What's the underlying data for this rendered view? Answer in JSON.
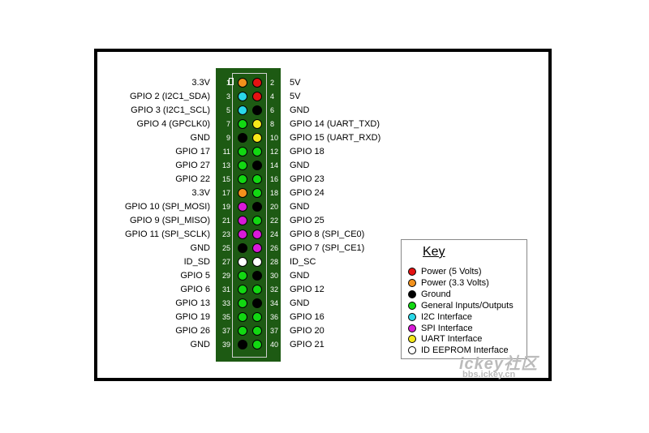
{
  "colors": {
    "power5": "#e41212",
    "power33": "#f2911c",
    "ground": "#000000",
    "gpio": "#12d812",
    "i2c": "#2ad8e8",
    "spi": "#d81ad8",
    "uart": "#f5e81a",
    "eeprom": "#ffffff"
  },
  "pins": [
    {
      "left_num": "1",
      "left_label": "3.3V",
      "left_type": "power33",
      "right_num": "2",
      "right_label": "5V",
      "right_type": "power5"
    },
    {
      "left_num": "3",
      "left_label": "GPIO 2 (I2C1_SDA)",
      "left_type": "i2c",
      "right_num": "4",
      "right_label": "5V",
      "right_type": "power5"
    },
    {
      "left_num": "5",
      "left_label": "GPIO 3 (I2C1_SCL)",
      "left_type": "i2c",
      "right_num": "6",
      "right_label": "GND",
      "right_type": "ground"
    },
    {
      "left_num": "7",
      "left_label": "GPIO 4 (GPCLK0)",
      "left_type": "gpio",
      "right_num": "8",
      "right_label": "GPIO 14 (UART_TXD)",
      "right_type": "uart"
    },
    {
      "left_num": "9",
      "left_label": "GND",
      "left_type": "ground",
      "right_num": "10",
      "right_label": "GPIO 15 (UART_RXD)",
      "right_type": "uart"
    },
    {
      "left_num": "11",
      "left_label": "GPIO 17",
      "left_type": "gpio",
      "right_num": "12",
      "right_label": "GPIO 18",
      "right_type": "gpio"
    },
    {
      "left_num": "13",
      "left_label": "GPIO 27",
      "left_type": "gpio",
      "right_num": "14",
      "right_label": "GND",
      "right_type": "ground"
    },
    {
      "left_num": "15",
      "left_label": "GPIO 22",
      "left_type": "gpio",
      "right_num": "16",
      "right_label": "GPIO 23",
      "right_type": "gpio"
    },
    {
      "left_num": "17",
      "left_label": "3.3V",
      "left_type": "power33",
      "right_num": "18",
      "right_label": "GPIO 24",
      "right_type": "gpio"
    },
    {
      "left_num": "19",
      "left_label": "GPIO 10 (SPI_MOSI)",
      "left_type": "spi",
      "right_num": "20",
      "right_label": "GND",
      "right_type": "ground"
    },
    {
      "left_num": "21",
      "left_label": "GPIO 9 (SPI_MISO)",
      "left_type": "spi",
      "right_num": "22",
      "right_label": "GPIO 25",
      "right_type": "gpio"
    },
    {
      "left_num": "23",
      "left_label": "GPIO 11 (SPI_SCLK)",
      "left_type": "spi",
      "right_num": "24",
      "right_label": "GPIO 8 (SPI_CE0)",
      "right_type": "spi"
    },
    {
      "left_num": "25",
      "left_label": "GND",
      "left_type": "ground",
      "right_num": "26",
      "right_label": "GPIO 7 (SPI_CE1)",
      "right_type": "spi"
    },
    {
      "left_num": "27",
      "left_label": "ID_SD",
      "left_type": "eeprom",
      "right_num": "28",
      "right_label": "ID_SC",
      "right_type": "eeprom"
    },
    {
      "left_num": "29",
      "left_label": "GPIO 5",
      "left_type": "gpio",
      "right_num": "30",
      "right_label": "GND",
      "right_type": "ground"
    },
    {
      "left_num": "31",
      "left_label": "GPIO 6",
      "left_type": "gpio",
      "right_num": "32",
      "right_label": "GPIO 12",
      "right_type": "gpio"
    },
    {
      "left_num": "33",
      "left_label": "GPIO 13",
      "left_type": "gpio",
      "right_num": "34",
      "right_label": "GND",
      "right_type": "ground"
    },
    {
      "left_num": "35",
      "left_label": "GPIO 19",
      "left_type": "gpio",
      "right_num": "36",
      "right_label": "GPIO 16",
      "right_type": "gpio"
    },
    {
      "left_num": "37",
      "left_label": "GPIO 26",
      "left_type": "gpio",
      "right_num": "37",
      "right_label": "GPIO 20",
      "right_type": "gpio"
    },
    {
      "left_num": "39",
      "left_label": "GND",
      "left_type": "ground",
      "right_num": "40",
      "right_label": "GPIO 21",
      "right_type": "gpio"
    }
  ],
  "key": {
    "title": "Key",
    "items": [
      {
        "label": "Power (5 Volts)",
        "type": "power5"
      },
      {
        "label": "Power (3.3 Volts)",
        "type": "power33"
      },
      {
        "label": "Ground",
        "type": "ground"
      },
      {
        "label": "General Inputs/Outputs",
        "type": "gpio"
      },
      {
        "label": "I2C Interface",
        "type": "i2c"
      },
      {
        "label": "SPI Interface",
        "type": "spi"
      },
      {
        "label": "UART Interface",
        "type": "uart"
      },
      {
        "label": "ID EEPROM Interface",
        "type": "eeprom"
      }
    ]
  },
  "watermark": {
    "line1": "ickey社区",
    "line2": "bbs.ickey.cn"
  }
}
